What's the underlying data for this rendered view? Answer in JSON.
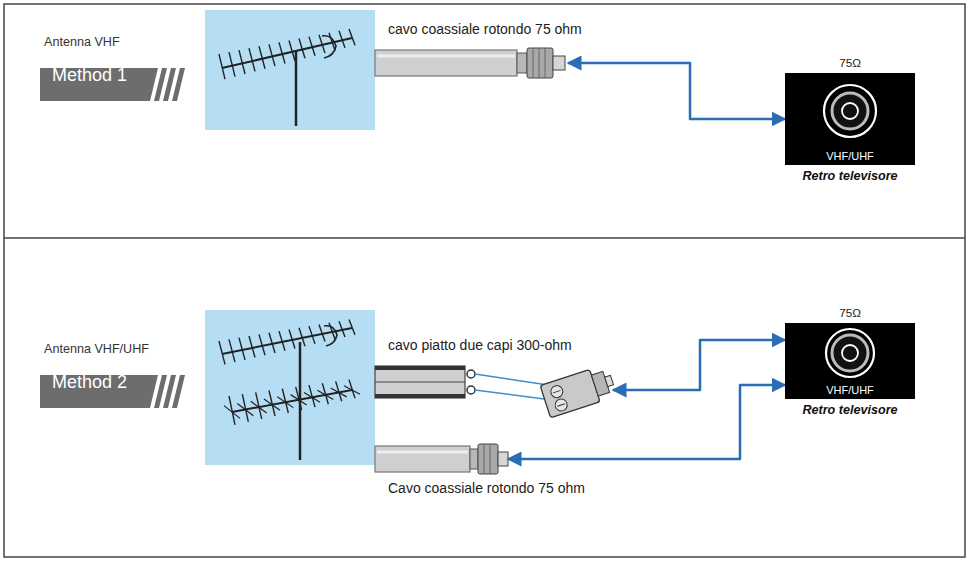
{
  "diagram": {
    "nodes": [
      {
        "text": [
          "Antenna VHF",
          "Method 1"
        ]
      },
      {
        "text": [
          "cavo coassiale rotondo 75 ohm"
        ]
      },
      {
        "text": [
          "75Ω",
          "VHF/UHF",
          "Retro televisore"
        ]
      },
      {
        "text": [
          "Antenna VHF/UHF",
          "Method 2"
        ]
      },
      {
        "text": [
          "cavo piatto due capi 300-ohm"
        ]
      },
      {
        "text": [
          "75Ω",
          "VHF/UHF",
          "Retro televisore"
        ]
      },
      {
        "text": [
          "Cavo coassiale rotondo 75 ohm"
        ]
      }
    ],
    "edges": [
      {
        "from": 1,
        "to": 2,
        "arrow": "both"
      },
      {
        "from": 4,
        "to": 5,
        "arrow": "both"
      },
      {
        "from": 6,
        "to": 5,
        "arrow": "both"
      }
    ]
  }
}
